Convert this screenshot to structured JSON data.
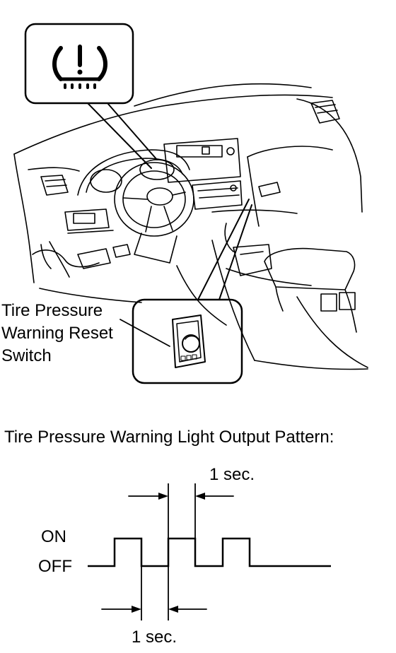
{
  "callout": {
    "lines": [
      "Tire Pressure",
      "Warning Reset",
      "Switch"
    ]
  },
  "pattern": {
    "title": "Tire Pressure Warning Light Output Pattern:",
    "on_label": "ON",
    "off_label": "OFF",
    "top_duration_label": "1 sec.",
    "bottom_duration_label": "1 sec."
  },
  "icons": {
    "warning_light": "tire-pressure-warning-icon",
    "reset_switch": "reset-switch-icon"
  },
  "colors": {
    "line": "#000000",
    "background": "#ffffff"
  }
}
